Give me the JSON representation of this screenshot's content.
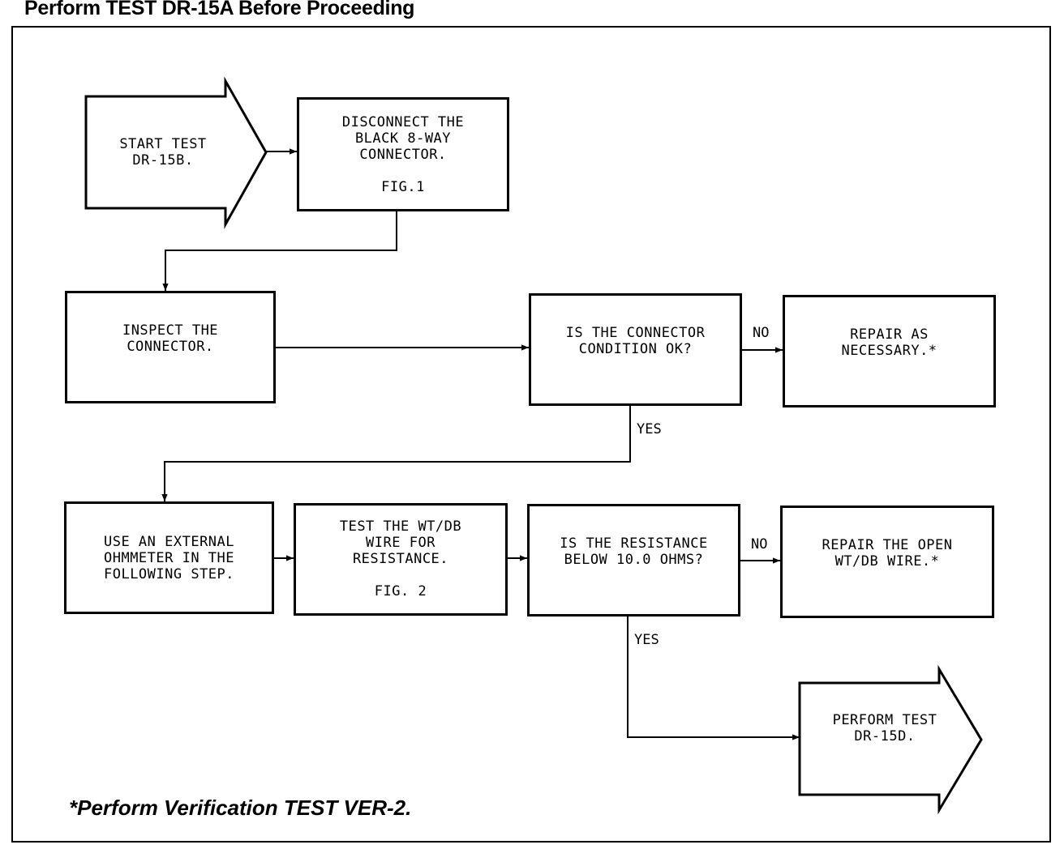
{
  "header": {
    "title": "Perform TEST DR-15A Before Proceeding"
  },
  "footnote": "*Perform Verification TEST VER-2.",
  "nodes": {
    "start": {
      "text": "START TEST\nDR-15B."
    },
    "disconnect": {
      "text": "DISCONNECT THE\nBLACK 8-WAY\nCONNECTOR.",
      "fig": "FIG.1"
    },
    "inspect": {
      "text": "INSPECT THE\nCONNECTOR."
    },
    "condition": {
      "text": "IS THE CONNECTOR\nCONDITION OK?"
    },
    "repair1": {
      "text": "REPAIR AS\nNECESSARY.*"
    },
    "ohmmeter": {
      "text": "USE AN EXTERNAL\nOHMMETER IN THE\nFOLLOWING STEP."
    },
    "testwire": {
      "text": "TEST THE WT/DB\nWIRE FOR\nRESISTANCE.",
      "fig": "FIG. 2"
    },
    "resistance": {
      "text": "IS THE RESISTANCE\nBELOW 10.0 OHMS?"
    },
    "repair2": {
      "text": "REPAIR THE OPEN\nWT/DB WIRE.*"
    },
    "perform": {
      "text": "PERFORM TEST\nDR-15D."
    }
  },
  "labels": {
    "no1": "NO",
    "yes1": "YES",
    "no2": "NO",
    "yes2": "YES"
  }
}
